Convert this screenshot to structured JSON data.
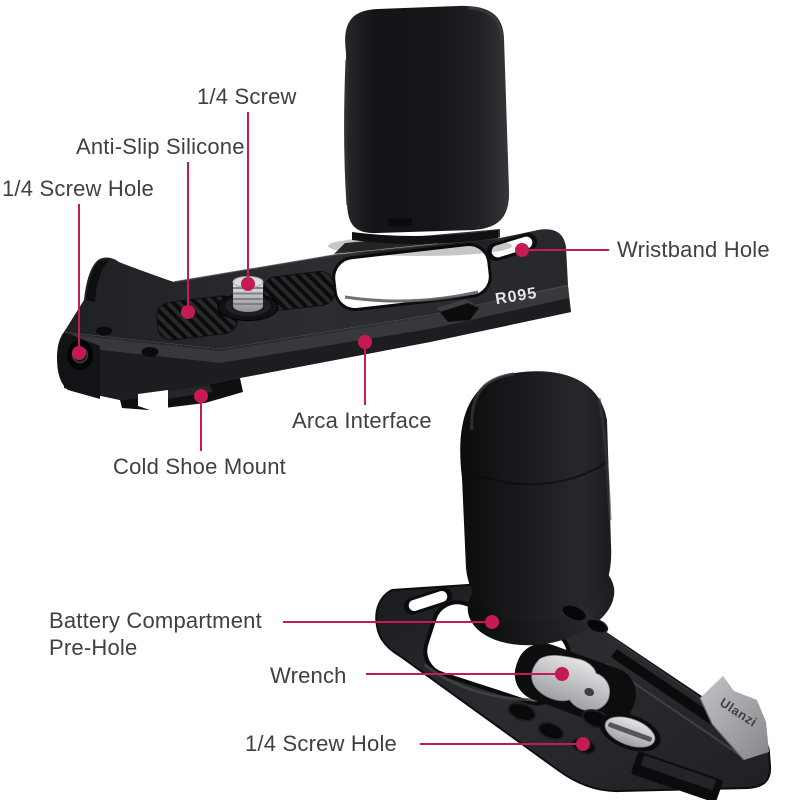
{
  "colors": {
    "background": "#ffffff",
    "annotation_accent": "#c51a52",
    "label_text": "#3e4044",
    "product_black": "#17181b",
    "metal_silver": "#c9cacd",
    "fin_gray": "#a7a9ac"
  },
  "product": {
    "model": "R095",
    "brand": "Ulanzi"
  },
  "labels": {
    "quarter_screw": "1/4 Screw",
    "anti_slip": "Anti-Slip Silicone",
    "quarter_screw_hole_top": "1/4 Screw Hole",
    "wristband_hole": "Wristband Hole",
    "arca_interface": "Arca Interface",
    "cold_shoe_mount": "Cold Shoe Mount",
    "battery_line1": "Battery Compartment",
    "battery_line2": "Pre-Hole",
    "wrench": "Wrench",
    "quarter_screw_hole_bottom": "1/4 Screw Hole"
  }
}
